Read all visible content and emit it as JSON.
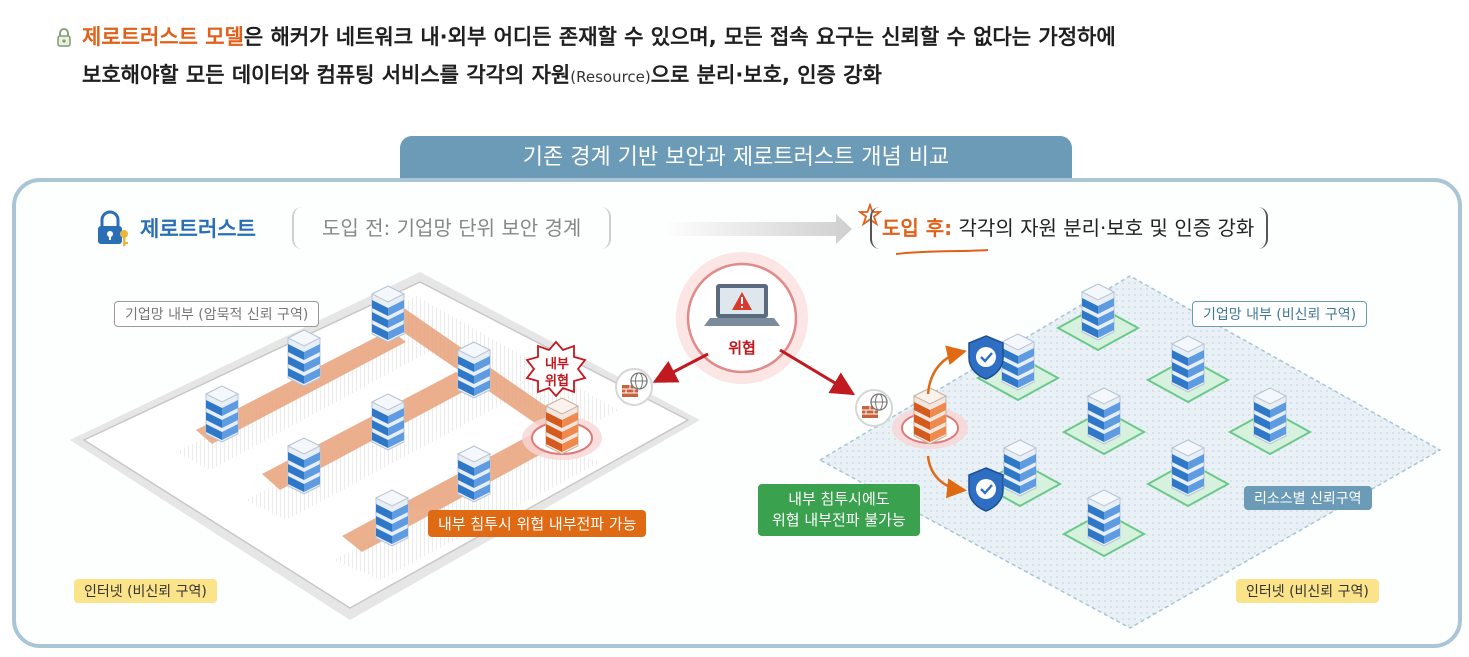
{
  "intro": {
    "highlight": "제로트러스트 모델",
    "line1_rest": "은 해커가 네트워크 내·외부 어디든 존재할 수 있으며, 모든 접속 요구는 신뢰할 수 없다는 가정하에",
    "line2_a": "보호해야할 모든 데이터와 컴퓨팅 서비스를 각각의 자원",
    "line2_paren": "(Resource)",
    "line2_b": "으로 분리·보호, 인증 강화"
  },
  "comparison_title": "기존 경계 기반 보안과 제로트러스트 개념 비교",
  "header": {
    "zero_trust": "제로트러스트",
    "before": "도입 전: 기업망 단위 보안 경계",
    "after_em": "도입 후:",
    "after_rest": " 각각의 자원 분리·보호 및 인증 강화"
  },
  "left": {
    "inside_zone": "기업망 내부 (암묵적 신뢰 구역)",
    "internal_threat_line1": "내부",
    "internal_threat_line2": "위협",
    "spread": "내부 침투시 위협 내부전파 가능",
    "internet": "인터넷 (비신뢰 구역)"
  },
  "center": {
    "threat": "위협"
  },
  "right": {
    "inside_zone": "기업망 내부 (비신뢰 구역)",
    "resource_zone": "리소스별 신뢰구역",
    "no_spread_line1": "내부 침투시에도",
    "no_spread_line2": "위협 내부전파 불가능",
    "internet": "인터넷 (비신뢰 구역)"
  },
  "colors": {
    "accent_orange": "#e0601a",
    "threat_red": "#c0191f",
    "frame_blue": "#6b9bb7",
    "server_blue": "#2f78c8",
    "trust_green": "#3aa14f",
    "internet_yellow": "#fbe38a"
  },
  "icons": [
    "lock-icon",
    "key-icon",
    "laptop-warning-icon",
    "firewall-globe-icon",
    "server-icon",
    "shield-check-icon",
    "star-icon"
  ]
}
